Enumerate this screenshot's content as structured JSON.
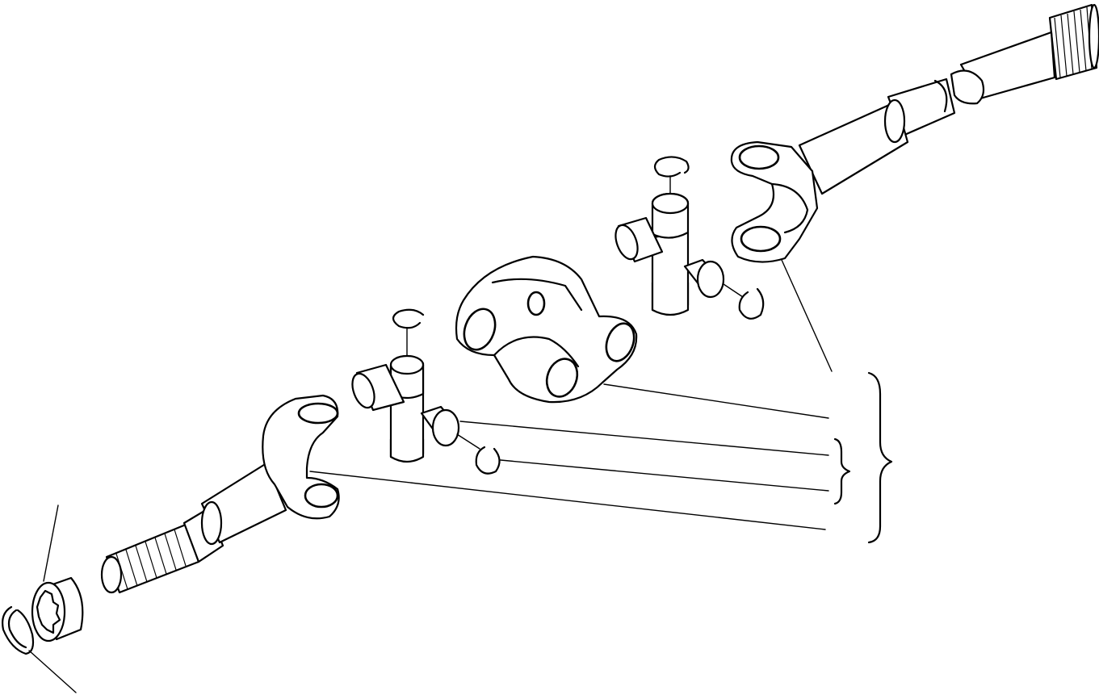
{
  "diagram": {
    "type": "exploded-parts-view",
    "components": [
      {
        "id": "outer-axle-shaft",
        "icon": "splined-shaft-icon"
      },
      {
        "id": "inner-axle-shaft",
        "icon": "splined-shaft-icon"
      },
      {
        "id": "center-double-yoke",
        "icon": "yoke-icon"
      },
      {
        "id": "universal-joint-cross-left",
        "icon": "cross-icon"
      },
      {
        "id": "universal-joint-cross-right",
        "icon": "cross-icon"
      },
      {
        "id": "snap-ring",
        "icon": "snap-ring-icon"
      },
      {
        "id": "bearing",
        "icon": "bearing-icon"
      }
    ],
    "callout_labels": []
  }
}
